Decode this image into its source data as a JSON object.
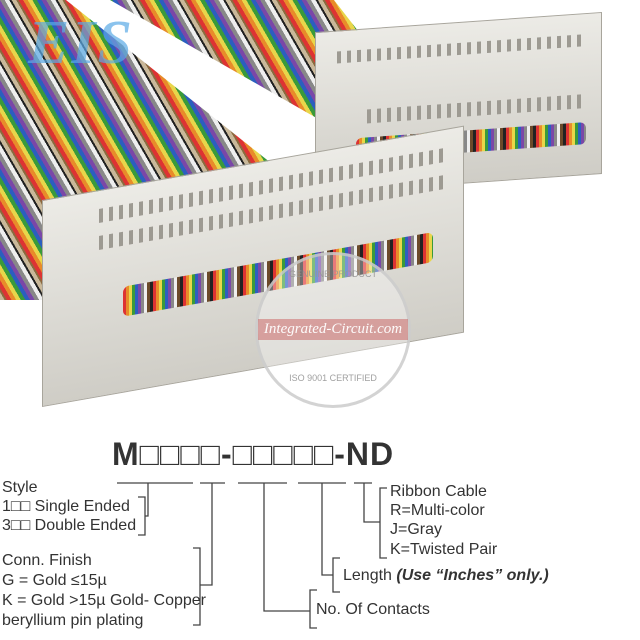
{
  "watermark": {
    "logo": "EIS",
    "seal_top": "GENUINE PRODUCT",
    "seal_middle": "Integrated-Circuit.com",
    "seal_bottom": "ISO 9001 CERTIFIED"
  },
  "part_number": "M□□□□-□□□□□-ND",
  "style": {
    "title": "Style",
    "single": "1□□ Single Ended",
    "double": "3□□ Double Ended"
  },
  "finish": {
    "title": "Conn. Finish",
    "g": "G = Gold ≤15µ",
    "k": "K = Gold >15µ Gold- Copper",
    "k2": "beryllium pin plating"
  },
  "contacts": "No. Of Contacts",
  "length": {
    "label": "Length ",
    "note": "(Use “Inches” only.)"
  },
  "ribbon": {
    "title": "Ribbon Cable",
    "r": "R=Multi-color",
    "j": "J=Gray",
    "k": "K=Twisted Pair"
  }
}
